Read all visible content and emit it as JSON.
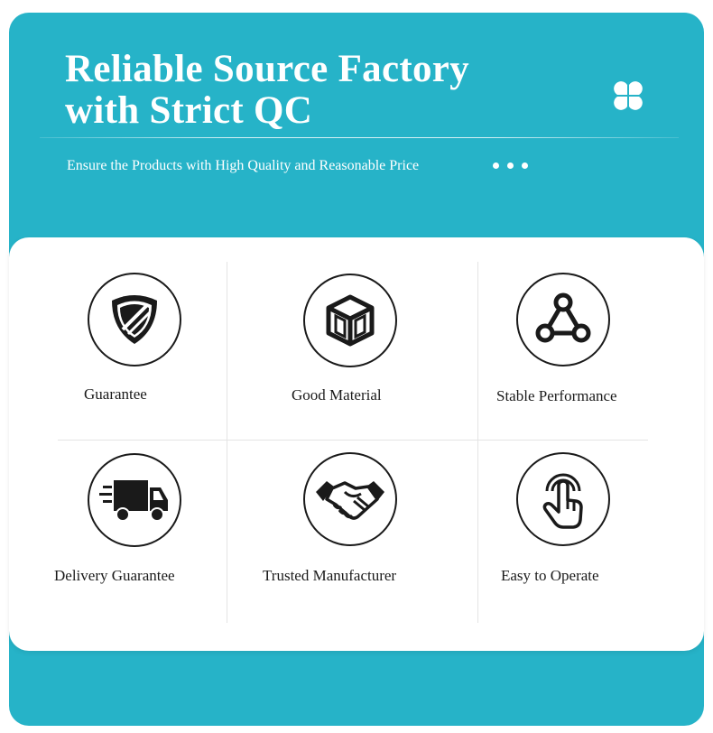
{
  "header": {
    "title_line1": "Reliable Source Factory",
    "title_line2": "with Strict QC",
    "subtitle": "Ensure the Products with High Quality and Reasonable Price"
  },
  "features": [
    {
      "label": "Guarantee",
      "icon": "shield-icon"
    },
    {
      "label": "Good Material",
      "icon": "cube-icon"
    },
    {
      "label": "Stable Performance",
      "icon": "triangle-nodes-icon"
    },
    {
      "label": "Delivery Guarantee",
      "icon": "truck-icon"
    },
    {
      "label": "Trusted Manufacturer",
      "icon": "handshake-icon"
    },
    {
      "label": "Easy to Operate",
      "icon": "touch-hand-icon"
    }
  ],
  "colors": {
    "background": "#26b3c8",
    "card": "#ffffff",
    "icon_stroke": "#1a1a1a"
  }
}
